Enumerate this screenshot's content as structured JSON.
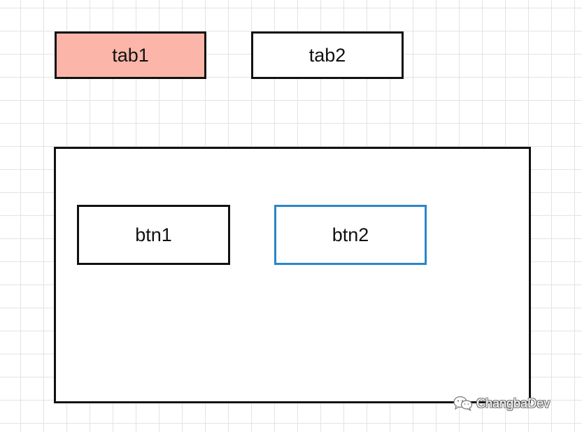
{
  "tabs": [
    {
      "label": "tab1",
      "selected": true
    },
    {
      "label": "tab2",
      "selected": false
    }
  ],
  "buttons": [
    {
      "label": "btn1"
    },
    {
      "label": "btn2",
      "focused": true
    }
  ],
  "watermark": {
    "text": "ChangbaDev",
    "icon": "wechat-icon"
  },
  "colors": {
    "selected_tab_fill": "#fbb6a9",
    "focused_button_border": "#2a86c8",
    "outline": "#111111",
    "grid": "#e3e3e3"
  }
}
